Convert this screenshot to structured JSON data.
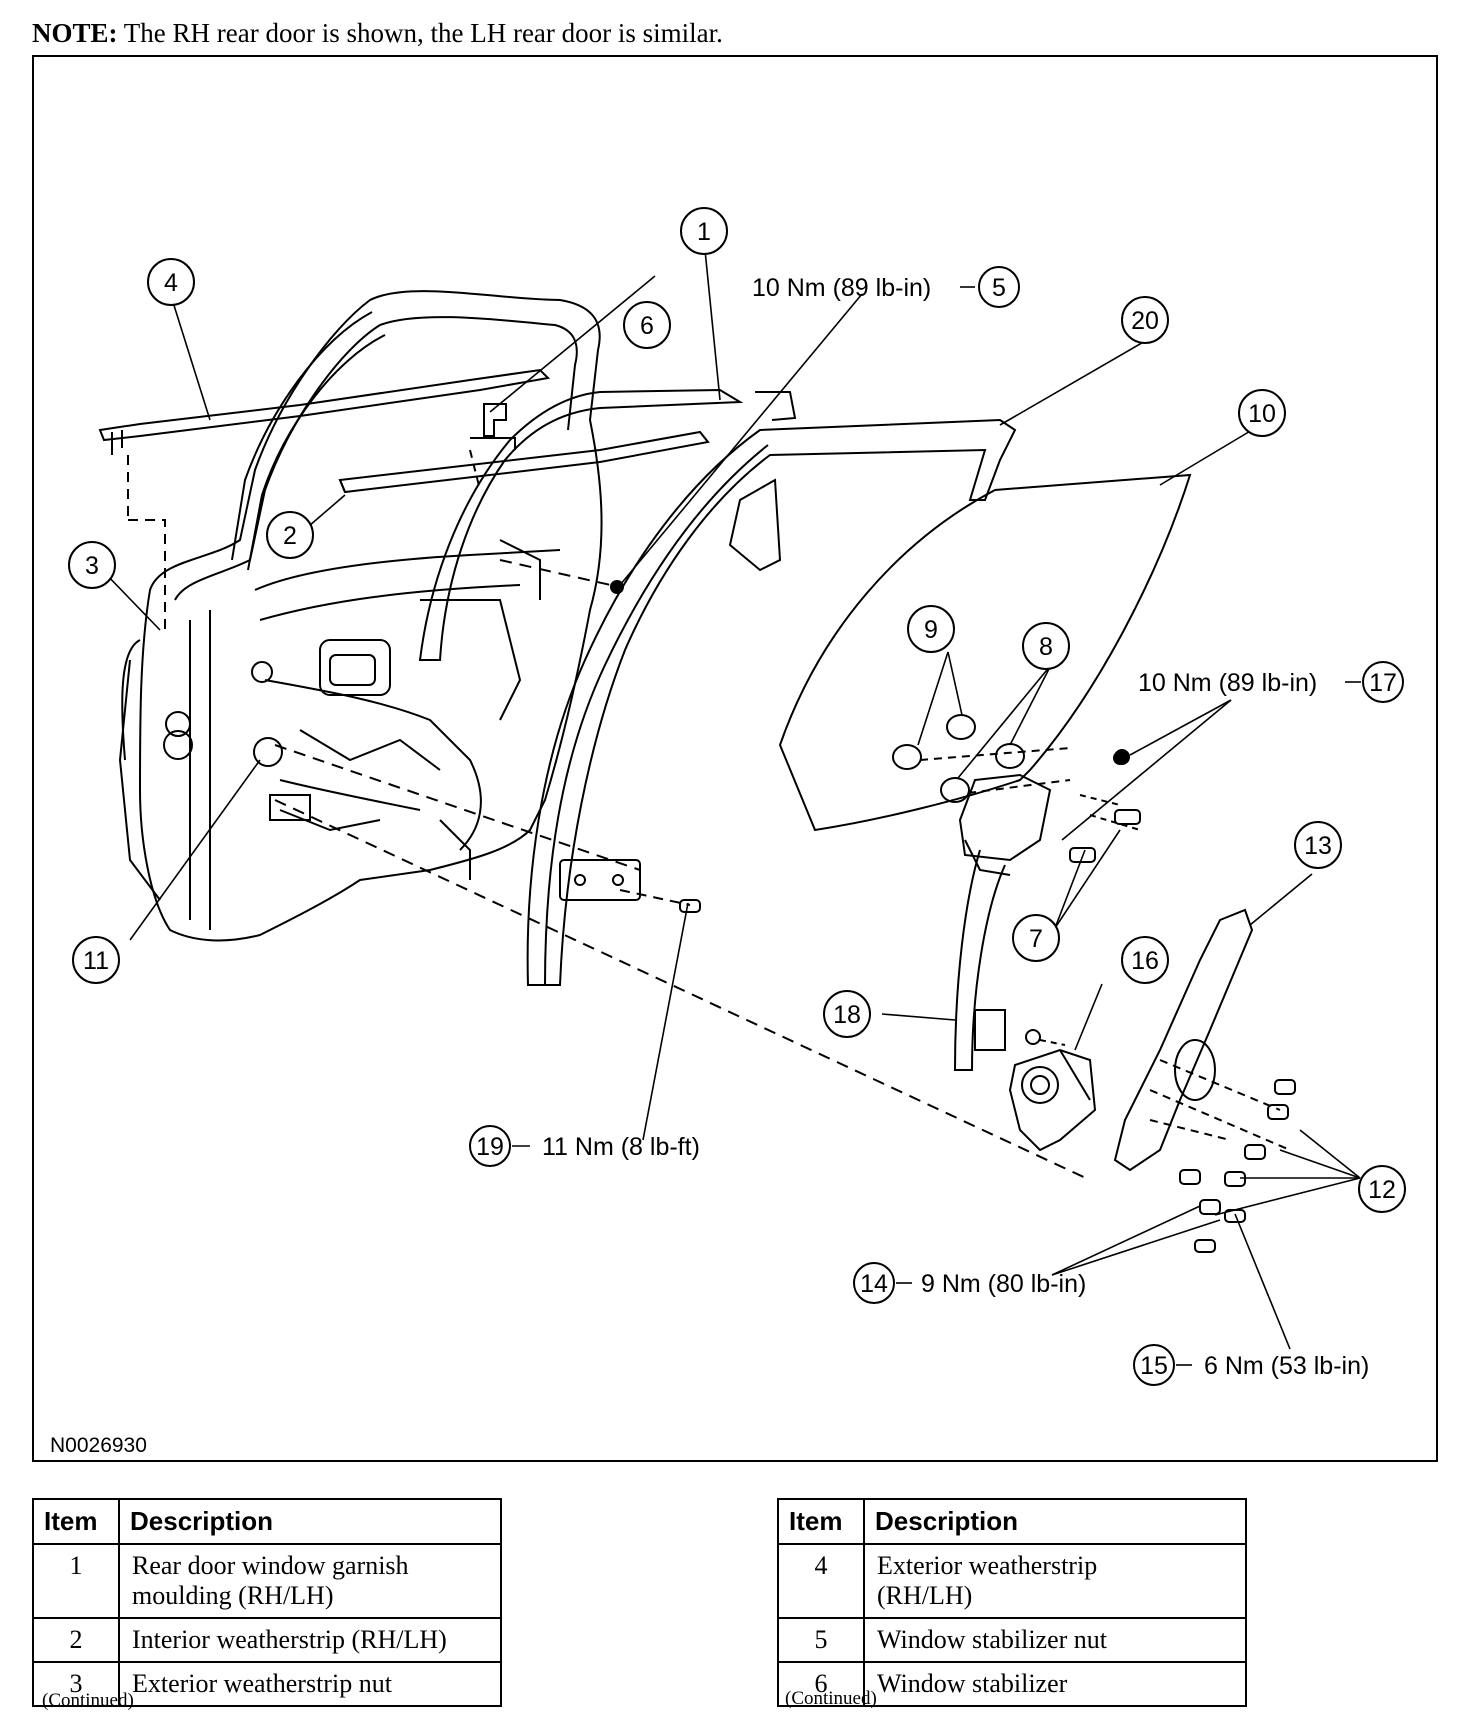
{
  "note": {
    "label": "NOTE:",
    "text": "The RH rear door is shown, the LH rear door is similar."
  },
  "figure": {
    "id": "N0026930",
    "callouts": [
      {
        "n": "1"
      },
      {
        "n": "2"
      },
      {
        "n": "3"
      },
      {
        "n": "4"
      },
      {
        "n": "5",
        "spec": "10 Nm (89 lb-in)"
      },
      {
        "n": "6"
      },
      {
        "n": "7"
      },
      {
        "n": "8"
      },
      {
        "n": "9"
      },
      {
        "n": "10"
      },
      {
        "n": "11"
      },
      {
        "n": "12"
      },
      {
        "n": "13"
      },
      {
        "n": "14",
        "spec": "9 Nm (80 lb-in)"
      },
      {
        "n": "15",
        "spec": "6 Nm (53 lb-in)"
      },
      {
        "n": "16"
      },
      {
        "n": "17",
        "spec": "10 Nm (89 lb-in)"
      },
      {
        "n": "18"
      },
      {
        "n": "19",
        "spec": "11 Nm (8 lb-ft)"
      },
      {
        "n": "20"
      }
    ]
  },
  "table_left": {
    "header_item": "Item",
    "header_description": "Description",
    "rows": [
      {
        "item": "1",
        "description_line1": "Rear door window garnish",
        "description_line2": "moulding (RH/LH)"
      },
      {
        "item": "2",
        "description_line1": "Interior weatherstrip (RH/LH)"
      },
      {
        "item": "3",
        "description_line1": "Exterior weatherstrip nut"
      }
    ],
    "continued": "(Continued)"
  },
  "table_right": {
    "header_item": "Item",
    "header_description": "Description",
    "rows": [
      {
        "item": "4",
        "description_line1": "Exterior weatherstrip",
        "description_line2": "(RH/LH)"
      },
      {
        "item": "5",
        "description_line1": "Window stabilizer nut"
      },
      {
        "item": "6",
        "description_line1": "Window stabilizer"
      }
    ],
    "continued": "(Continued)"
  }
}
